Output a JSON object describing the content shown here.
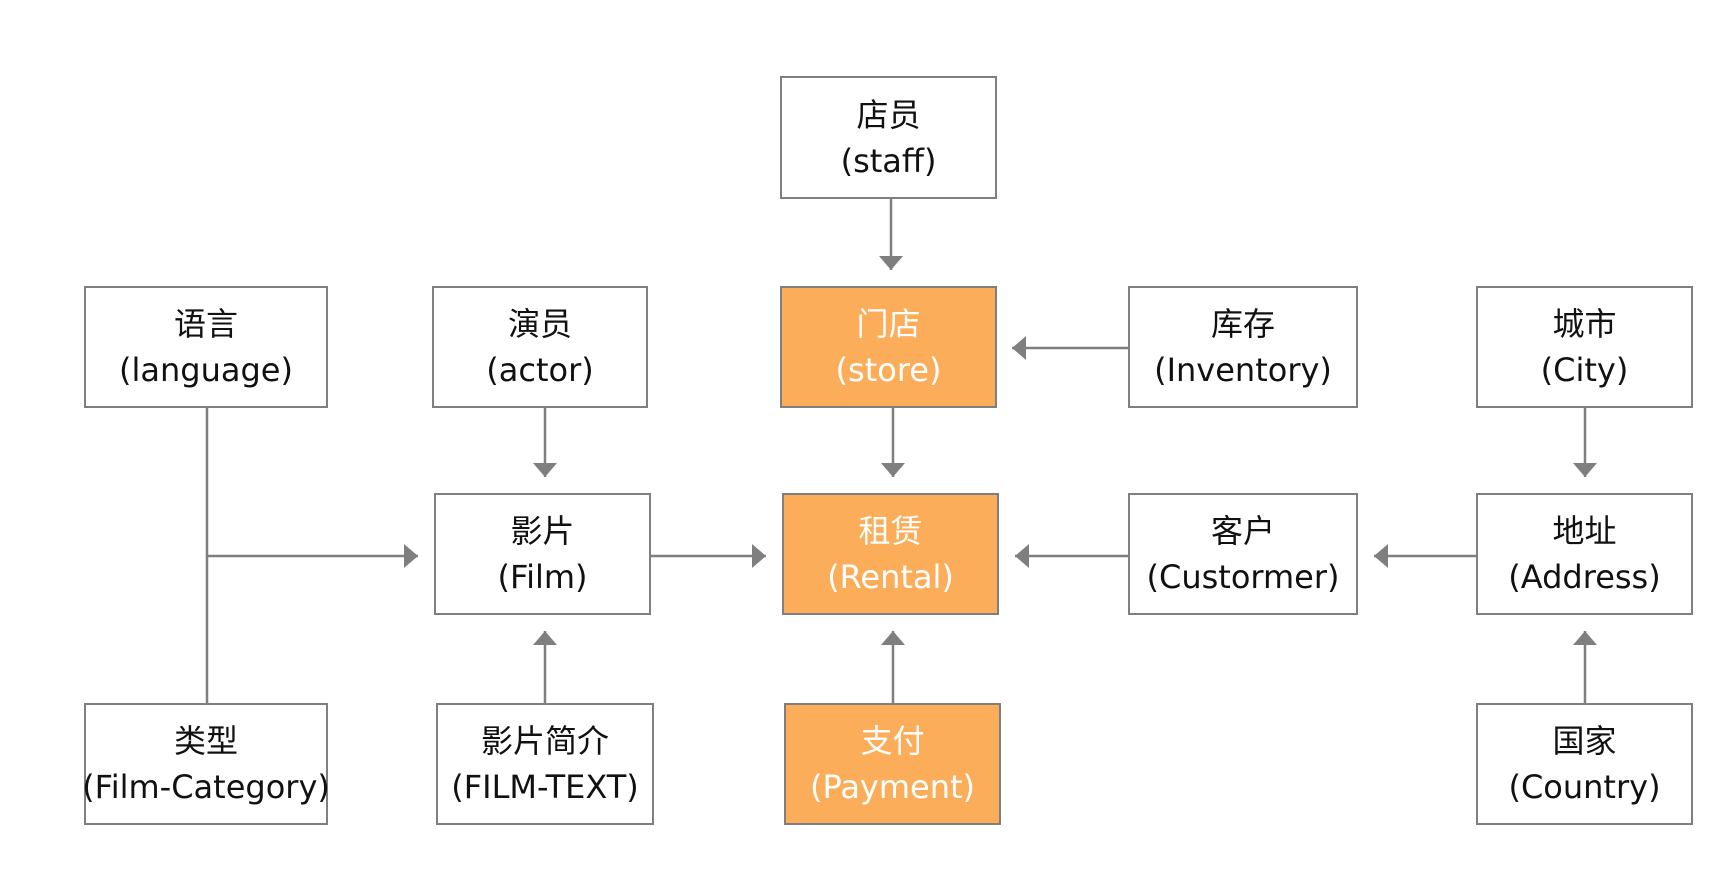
{
  "nodes": {
    "staff": {
      "zh": "店员",
      "en": "(staff)",
      "highlight": false
    },
    "store": {
      "zh": "门店",
      "en": "(store)",
      "highlight": true
    },
    "inventory": {
      "zh": "库存",
      "en": "(Inventory)",
      "highlight": false
    },
    "language": {
      "zh": "语言",
      "en": "(language)",
      "highlight": false
    },
    "actor": {
      "zh": "演员",
      "en": "(actor)",
      "highlight": false
    },
    "city": {
      "zh": "城市",
      "en": "(City)",
      "highlight": false
    },
    "film": {
      "zh": "影片",
      "en": "(Film)",
      "highlight": false
    },
    "rental": {
      "zh": "租赁",
      "en": "(Rental)",
      "highlight": true
    },
    "customer": {
      "zh": "客户",
      "en": "(Custormer)",
      "highlight": false
    },
    "address": {
      "zh": "地址",
      "en": "(Address)",
      "highlight": false
    },
    "category": {
      "zh": "类型",
      "en": "(Film-Category)",
      "highlight": false
    },
    "filmtext": {
      "zh": "影片简介",
      "en": "(FILM-TEXT)",
      "highlight": false
    },
    "payment": {
      "zh": "支付",
      "en": "(Payment)",
      "highlight": true
    },
    "country": {
      "zh": "国家",
      "en": "(Country)",
      "highlight": false
    }
  },
  "colors": {
    "highlight_fill": "#fcad5a",
    "border": "#7f7f7f",
    "edge": "#7f7f7f",
    "text": "#111111",
    "highlight_text": "#ffffff"
  },
  "edges": [
    {
      "from": "staff",
      "to": "store"
    },
    {
      "from": "inventory",
      "to": "store"
    },
    {
      "from": "store",
      "to": "rental"
    },
    {
      "from": "actor",
      "to": "film"
    },
    {
      "from": "language",
      "to": "film"
    },
    {
      "from": "category",
      "to": "film"
    },
    {
      "from": "filmtext",
      "to": "film"
    },
    {
      "from": "film",
      "to": "rental"
    },
    {
      "from": "customer",
      "to": "rental"
    },
    {
      "from": "payment",
      "to": "rental"
    },
    {
      "from": "address",
      "to": "customer"
    },
    {
      "from": "city",
      "to": "address"
    },
    {
      "from": "country",
      "to": "address"
    }
  ]
}
